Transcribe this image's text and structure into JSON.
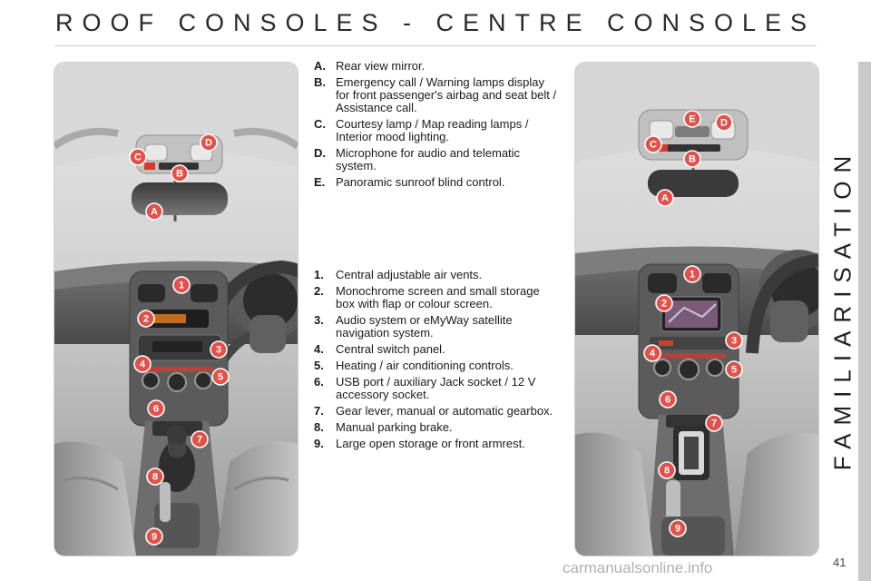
{
  "page": {
    "title": "ROOF CONSOLES - CENTRE CONSOLES",
    "side_title": "FAMILIARISATION",
    "page_number": "41",
    "watermark": "carmanualsonline.info"
  },
  "roof_console_items": [
    {
      "key": "A.",
      "text": "Rear view mirror."
    },
    {
      "key": "B.",
      "text": "Emergency call / Warning lamps display for front passenger's airbag and seat belt / Assistance call."
    },
    {
      "key": "C.",
      "text": "Courtesy lamp / Map reading lamps / Interior mood lighting."
    },
    {
      "key": "D.",
      "text": "Microphone for audio and telematic system."
    },
    {
      "key": "E.",
      "text": "Panoramic sunroof blind control."
    }
  ],
  "centre_console_items": [
    {
      "key": "1.",
      "text": "Central adjustable air vents."
    },
    {
      "key": "2.",
      "text": "Monochrome screen and small storage box with flap or colour screen."
    },
    {
      "key": "3.",
      "text": "Audio system or eMyWay satellite navigation system."
    },
    {
      "key": "4.",
      "text": "Central switch panel."
    },
    {
      "key": "5.",
      "text": "Heating / air conditioning controls."
    },
    {
      "key": "6.",
      "text": "USB port / auxiliary Jack socket / 12 V accessory socket."
    },
    {
      "key": "7.",
      "text": "Gear lever, manual or automatic gearbox."
    },
    {
      "key": "8.",
      "text": "Manual parking brake."
    },
    {
      "key": "9.",
      "text": "Large open storage or front armrest."
    }
  ],
  "left_markers": [
    "C",
    "D",
    "B",
    "A",
    "1",
    "2",
    "3",
    "4",
    "5",
    "6",
    "7",
    "8",
    "9"
  ],
  "right_markers": [
    "E",
    "D",
    "C",
    "B",
    "A",
    "1",
    "2",
    "3",
    "4",
    "5",
    "6",
    "7",
    "8",
    "9"
  ],
  "colors": {
    "marker": "#e0524a",
    "side_tab": "#c9c9c9"
  }
}
